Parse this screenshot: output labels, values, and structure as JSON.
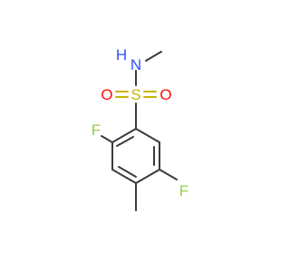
{
  "molecule": {
    "atoms": {
      "sulfur": "S",
      "oxygen_left": "O",
      "oxygen_right": "O",
      "amine_n": "N",
      "amine_h": "H",
      "fluorine_left": "F",
      "fluorine_right": "F"
    },
    "colors": {
      "bond": "#3a3a3a",
      "sulfur": "#c8b400",
      "oxygen": "#ff0d0d",
      "nitrogen": "#3050f8",
      "fluorine": "#90d050"
    }
  }
}
